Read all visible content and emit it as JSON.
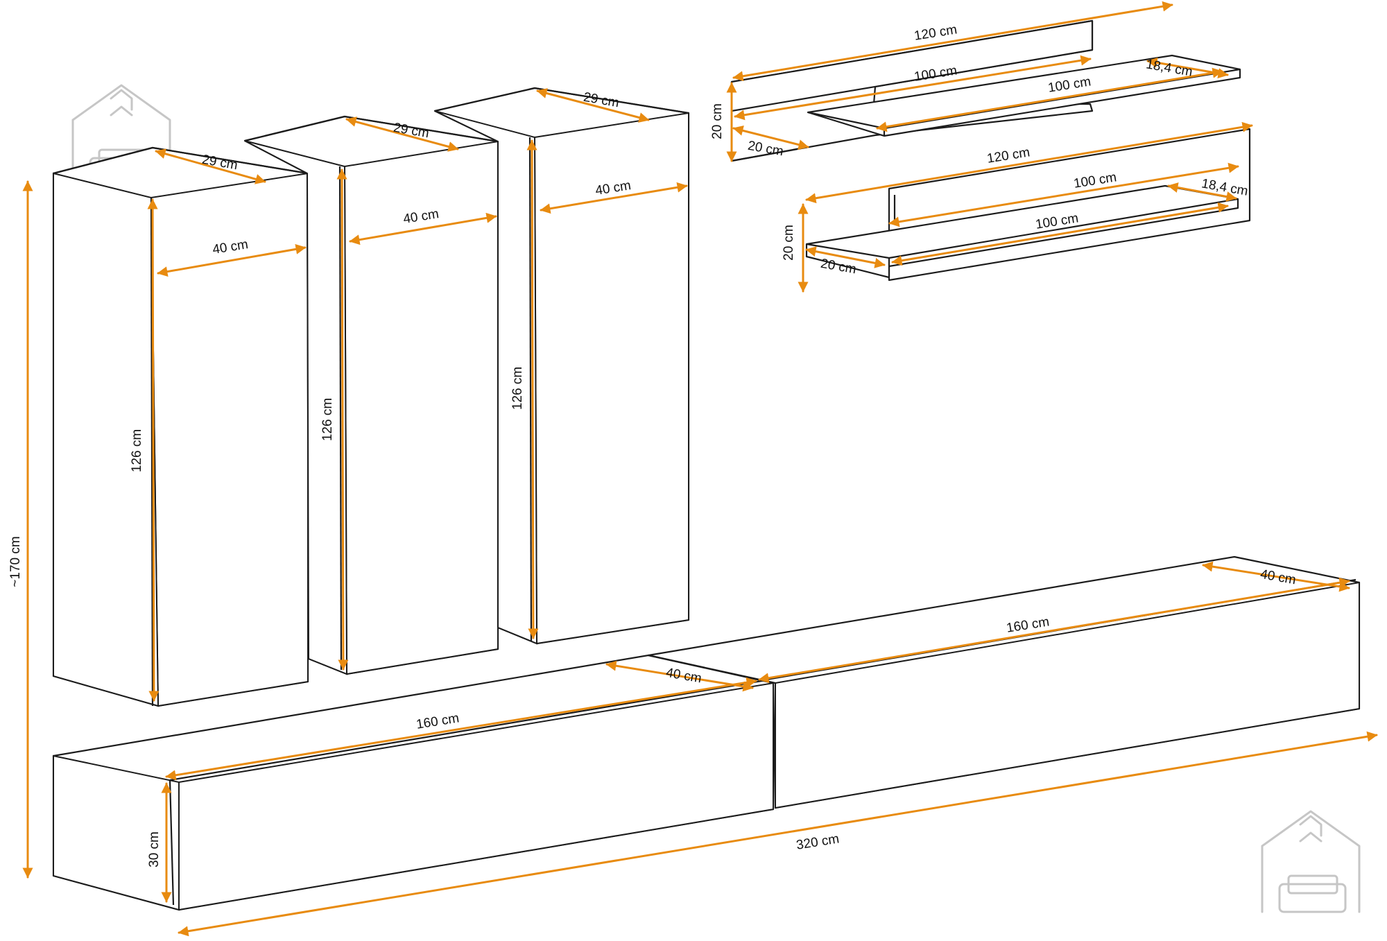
{
  "colors": {
    "dimension": "#e88b10",
    "outline": "#1c1c1c",
    "logo": "#c6c6c6",
    "background": "#ffffff"
  },
  "logos": [
    {
      "name": "house-sofa-logo-icon"
    },
    {
      "name": "house-sofa-logo-icon"
    }
  ],
  "dimensions": {
    "total_height": "~170 cm",
    "total_width": "320 cm",
    "cabinet1": {
      "depth": "29 cm",
      "width": "40 cm",
      "height": "126 cm"
    },
    "cabinet2": {
      "depth": "29 cm",
      "width": "40 cm",
      "height": "126 cm"
    },
    "cabinet3": {
      "depth": "29 cm",
      "width": "40 cm",
      "height": "126 cm"
    },
    "shelf_top": {
      "panel_length": "120 cm",
      "panel_height": "20 cm",
      "shelf_length_back": "100 cm",
      "shelf_length_front": "100 cm",
      "shelf_depth": "18,4 cm",
      "offset": "20 cm"
    },
    "shelf_bottom": {
      "panel_length": "120 cm",
      "panel_height": "20 cm",
      "shelf_length_back": "100 cm",
      "shelf_length_front": "100 cm",
      "shelf_depth": "18,4 cm",
      "offset": "20 cm"
    },
    "tv_left": {
      "length": "160 cm",
      "depth": "40 cm",
      "height": "30 cm"
    },
    "tv_right": {
      "length": "160 cm",
      "depth": "40 cm"
    }
  }
}
